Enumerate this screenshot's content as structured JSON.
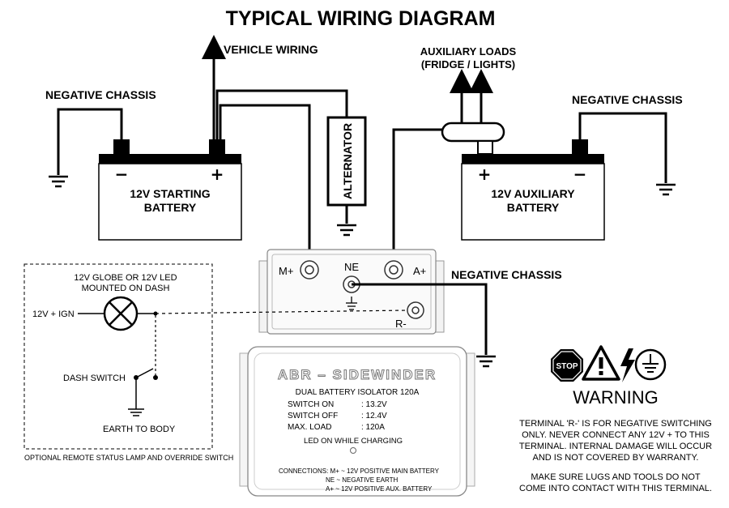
{
  "title": "TYPICAL WIRING DIAGRAM",
  "labels": {
    "vehicle_wiring": "VEHICLE WIRING",
    "aux_loads_line1": "AUXILIARY LOADS",
    "aux_loads_line2": "(FRIDGE / LIGHTS)",
    "neg_chassis_left": "NEGATIVE CHASSIS",
    "neg_chassis_right": "NEGATIVE CHASSIS",
    "neg_chassis_mid": "NEGATIVE CHASSIS",
    "alternator": "ALTERNATOR"
  },
  "starting_battery": {
    "line1": "12V STARTING",
    "line2": "BATTERY",
    "neg": "−",
    "pos": "+"
  },
  "aux_battery": {
    "line1": "12V AUXILIARY",
    "line2": "BATTERY",
    "pos": "+",
    "neg": "−"
  },
  "isolator_terminals": {
    "m_plus": "M+",
    "ne": "NE",
    "a_plus": "A+",
    "r_minus": "R-"
  },
  "remote_panel": {
    "globe_line1": "12V GLOBE OR 12V LED",
    "globe_line2": "MOUNTED ON DASH",
    "input_label": "12V + IGN",
    "dash_switch": "DASH SWITCH",
    "earth": "EARTH TO BODY",
    "caption": "OPTIONAL REMOTE STATUS LAMP AND OVERRIDE SWITCH"
  },
  "device": {
    "brand": "ABR – SIDEWINDER",
    "model": "DUAL BATTERY ISOLATOR 120A",
    "specs": [
      {
        "label": "SWITCH ON",
        "value": ": 13.2V"
      },
      {
        "label": "SWITCH OFF",
        "value": ": 12.4V"
      },
      {
        "label": "MAX. LOAD",
        "value": ": 120A"
      }
    ],
    "led_text": "LED ON WHILE CHARGING",
    "connections": [
      "CONNECTIONS: M+ ~ 12V POSITIVE MAIN BATTERY",
      "NE ~ NEGATIVE EARTH",
      "A+ ~ 12V POSITIVE AUX. BATTERY"
    ]
  },
  "warning": {
    "stop_text": "STOP",
    "heading": "WARNING",
    "lines": [
      "TERMINAL 'R-' IS FOR NEGATIVE SWITCHING",
      "ONLY. NEVER CONNECT ANY 12V + TO THIS",
      "TERMINAL. INTERNAL DAMAGE WILL OCCUR",
      "AND IS NOT COVERED BY WARRANTY.",
      "MAKE SURE LUGS AND TOOLS DO NOT",
      "COME INTO CONTACT WITH THIS TERMINAL."
    ]
  },
  "icons": [
    "stop-sign-icon",
    "exclamation-triangle-icon",
    "lightning-bolt-icon",
    "earth-ground-icon"
  ]
}
